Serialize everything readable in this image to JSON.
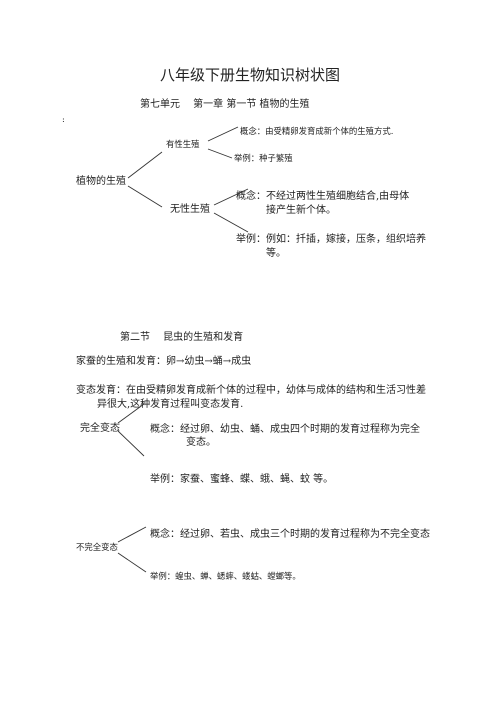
{
  "title": "八年级下册生物知识树状图",
  "unit_heading": "第七单元　 第一章  第一节  植物的生殖",
  "stray_mark": ":",
  "plant": {
    "root": "植物的生殖",
    "sexual": {
      "label": "有性生殖",
      "concept": "概念：由受精卵发育成新个体的生殖方式.",
      "example": "举例：种子繁殖"
    },
    "asexual": {
      "label": "无性生殖",
      "concept_l1": "概念：不经过两性生殖细胞结合,由母体",
      "concept_l2": "接产生新个体。",
      "example_l1": "举例：例如：扦插，嫁接，压条，组织培养",
      "example_l2": "等。"
    }
  },
  "section2": {
    "heading": "第二节　 昆虫的生殖和发育",
    "silkworm": "家蚕的生殖和发育：卵→幼虫→蛹→成虫",
    "meta_l1": "变态发育：在由受精卵发育成新个体的过程中，幼体与成体的结构和生活习性差",
    "meta_l2": "异很大,这种发育过程叫变态发育.",
    "complete": {
      "label": "完全变态",
      "concept_l1": "概念：经过卵、幼虫、蛹、成虫四个时期的发育过程称为完全",
      "concept_l2": "变态。",
      "example": "举例：家蚕、蜜蜂、蝶、蛾、蝇、蚊  等。"
    },
    "incomplete": {
      "label": "不完全变态",
      "concept": "概念：经过卵、若虫、成虫三个时期的发育过程称为不完全变态",
      "example": "举例：蝗虫、蝉、蟋蟀、蝼蛄、螳螂等。"
    }
  }
}
